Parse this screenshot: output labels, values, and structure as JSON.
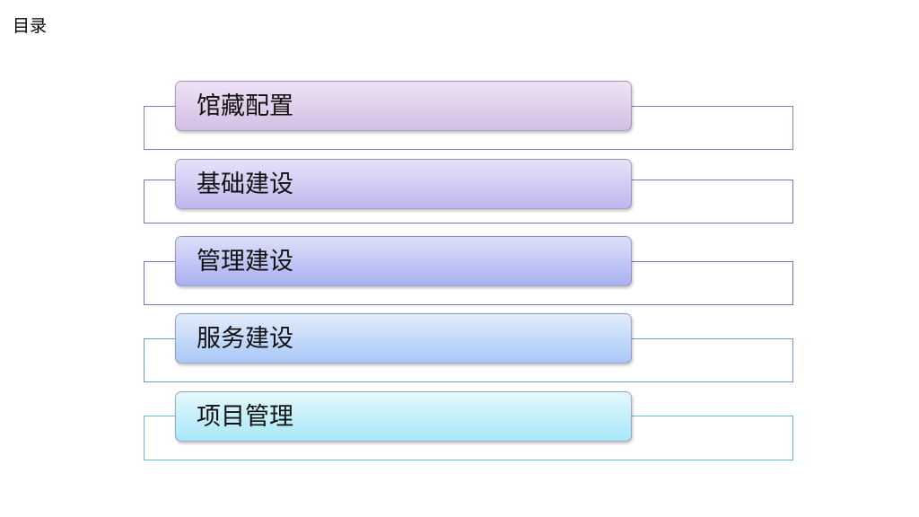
{
  "slide": {
    "title": "目录",
    "items": [
      {
        "label": "馆藏配置",
        "color_top": "#efe3f5",
        "color_bottom": "#d3bfe4",
        "outline": "#9779b6"
      },
      {
        "label": "基础建设",
        "color_top": "#e6e2f8",
        "color_bottom": "#bfb8ee",
        "outline": "#7f70c4"
      },
      {
        "label": "管理建设",
        "color_top": "#dedff9",
        "color_bottom": "#a9b0f1",
        "outline": "#6f73c8"
      },
      {
        "label": "服务建设",
        "color_top": "#e2ecfc",
        "color_bottom": "#a9c8f7",
        "outline": "#6e9ad2"
      },
      {
        "label": "项目管理",
        "color_top": "#e5f8fd",
        "color_bottom": "#a7e8f8",
        "outline": "#5fbcd6"
      }
    ]
  }
}
